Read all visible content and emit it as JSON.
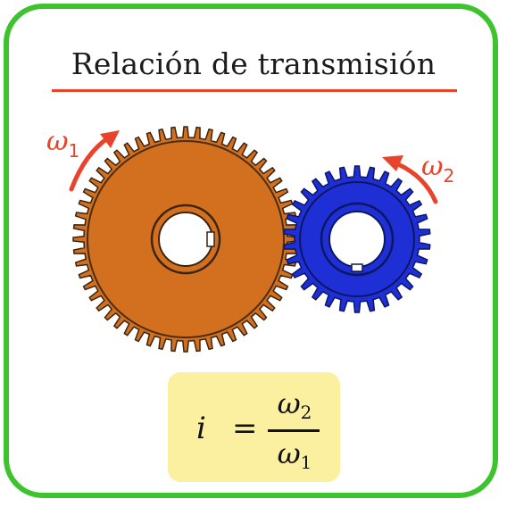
{
  "title": "Relación de transmisión",
  "gear_large": {
    "color": "#d2701f",
    "teeth": 56
  },
  "gear_small": {
    "color": "#1e2fd6",
    "teeth": 30
  },
  "labels": {
    "omega1_symbol": "ω",
    "omega1_sub": "1",
    "omega2_symbol": "ω",
    "omega2_sub": "2"
  },
  "formula": {
    "lhs": "i",
    "equals": "=",
    "numerator_symbol": "ω",
    "numerator_sub": "2",
    "denominator_symbol": "ω",
    "denominator_sub": "1"
  },
  "colors": {
    "frame": "#3cc32e",
    "accent": "#e8442b",
    "formula_bg": "#fbf0a0"
  }
}
